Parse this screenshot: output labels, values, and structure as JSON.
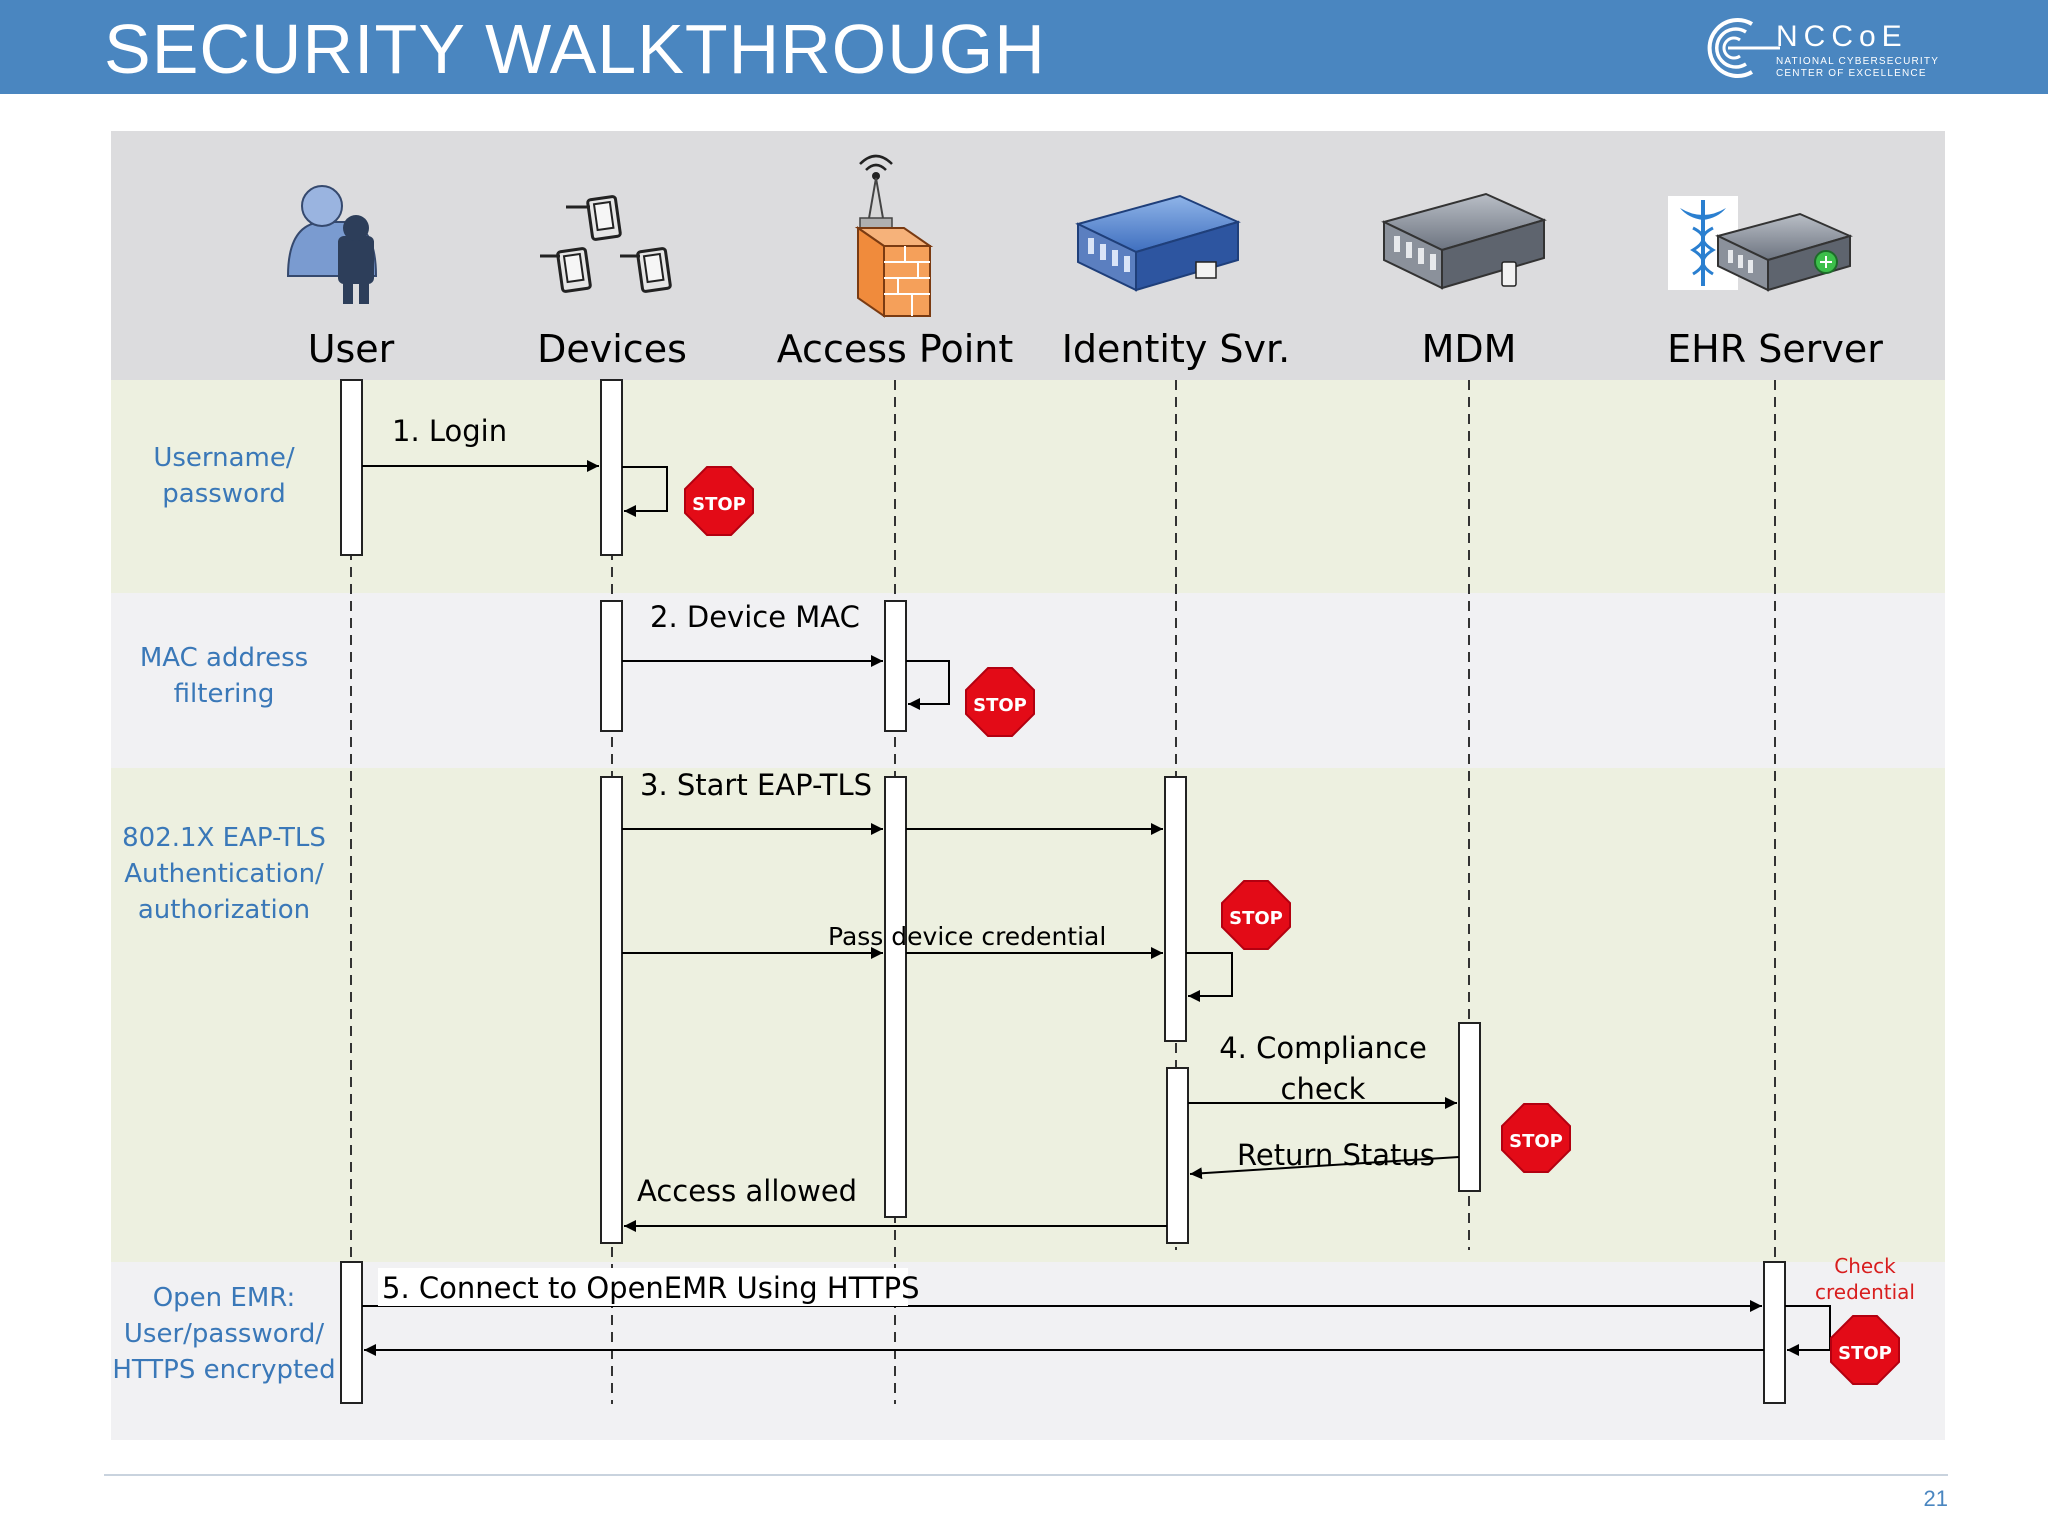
{
  "header": {
    "title": "SECURITY WALKTHROUGH",
    "logo": {
      "name": "NCCoE",
      "line1": "NATIONAL CYBERSECURITY",
      "line2": "CENTER OF EXCELLENCE"
    }
  },
  "lifelines": [
    {
      "id": "user",
      "label": "User",
      "icon": "user-icon"
    },
    {
      "id": "devices",
      "label": "Devices",
      "icon": "devices-icon"
    },
    {
      "id": "ap",
      "label": "Access Point",
      "icon": "access-point-firewall-icon"
    },
    {
      "id": "idsvr",
      "label": "Identity Svr.",
      "icon": "identity-server-icon"
    },
    {
      "id": "mdm",
      "label": "MDM",
      "icon": "mdm-server-icon"
    },
    {
      "id": "ehr",
      "label": "EHR Server",
      "icon": "ehr-server-icon"
    }
  ],
  "phases": [
    {
      "lines": [
        "Username/",
        "password"
      ]
    },
    {
      "lines": [
        "MAC address",
        "filtering"
      ]
    },
    {
      "lines": [
        "802.1X EAP-TLS",
        "Authentication/",
        "authorization"
      ]
    },
    {
      "lines": [
        "Open EMR:",
        "User/password/",
        "HTTPS encrypted"
      ]
    }
  ],
  "messages": {
    "login": "1. Login",
    "device_mac": "2. Device MAC",
    "start_eap": "3. Start EAP-TLS",
    "pass_credential": "Pass device credential",
    "compliance": [
      "4. Compliance",
      "check"
    ],
    "return_status": "Return Status",
    "access_allowed": "Access allowed",
    "connect_openemr": "5. Connect to OpenEMR Using HTTPS",
    "check_credential": [
      "Check",
      "credential"
    ]
  },
  "stop_label": "STOP",
  "page_number": "21",
  "colors": {
    "header_blue": "#4a86c0",
    "phase_text": "#3a78b8",
    "stop_red": "#e30b17",
    "check_text": "#d81e1e",
    "band_green": "#edf0e0",
    "band_gray": "#f1f1f3",
    "header_gray": "#dcdcde"
  }
}
